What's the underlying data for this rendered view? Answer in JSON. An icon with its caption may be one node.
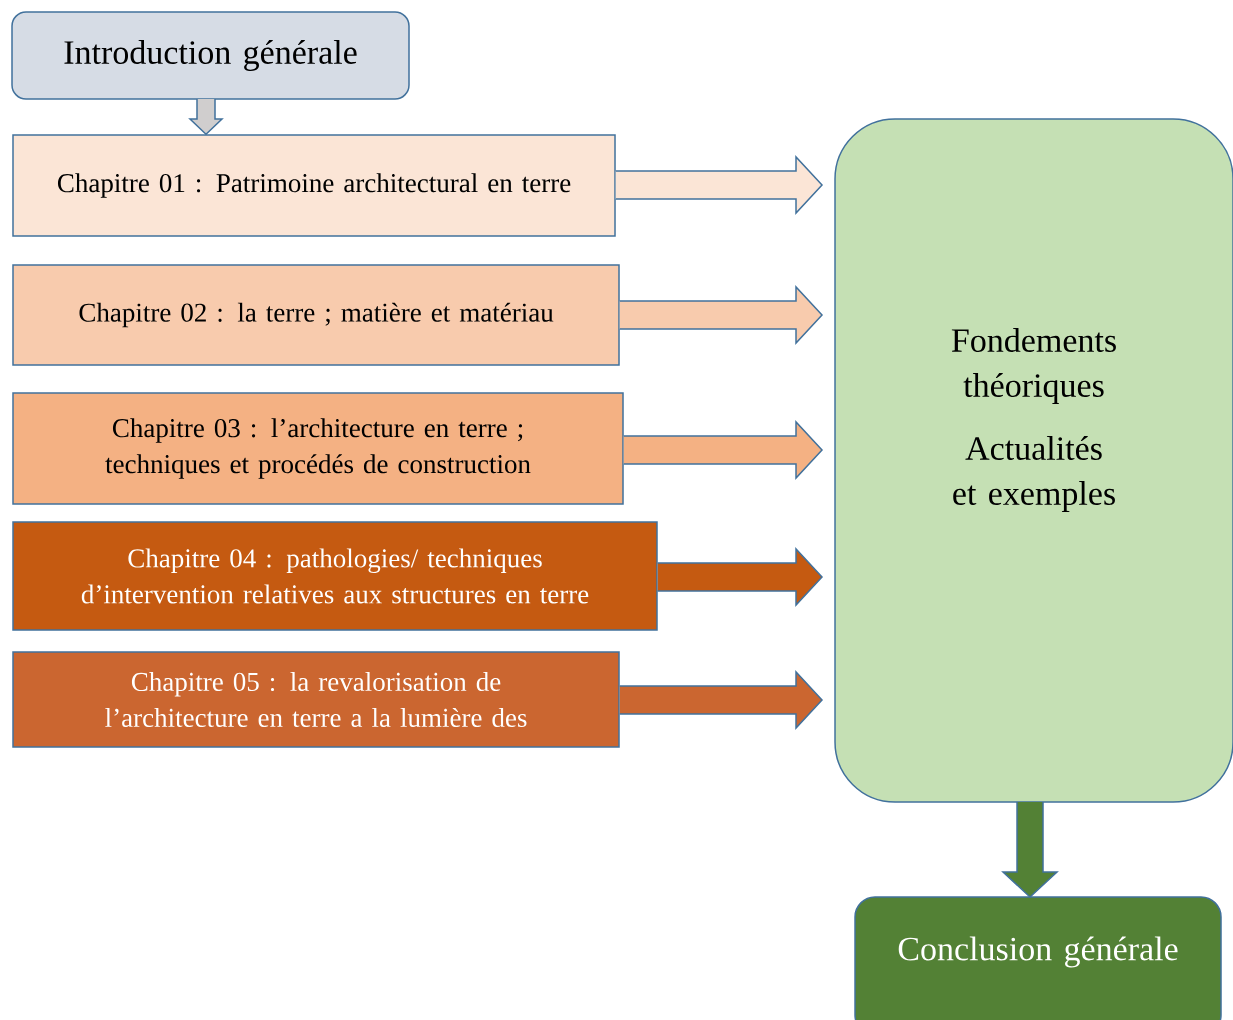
{
  "diagram": {
    "nodes": [
      {
        "text": [
          "Introduction générale"
        ]
      },
      {
        "text": [
          "Chapitre 01 : Patrimoine architectural en terre"
        ]
      },
      {
        "text": [
          "Chapitre 02 : la terre ; matière et matériau"
        ]
      },
      {
        "text": [
          "Chapitre 03 : l’architecture en terre ; techniques et procédés de construction"
        ]
      },
      {
        "text": [
          "Chapitre 04 : pathologies/ techniques d’intervention relatives aux structures en terre"
        ]
      },
      {
        "text": [
          "Chapitre 05 : la revalorisation de l’architecture en terre a la lumière des"
        ]
      },
      {
        "text": [
          "Fondements théoriques",
          "Actualités et exemples"
        ]
      },
      {
        "text": [
          "Conclusion générale"
        ]
      }
    ],
    "edges": [
      {
        "from": 0,
        "to": 1,
        "arrow": "to",
        "color": "#d0cece"
      },
      {
        "from": 1,
        "to": 6,
        "arrow": "to",
        "color": "#fbe5d6"
      },
      {
        "from": 2,
        "to": 6,
        "arrow": "to",
        "color": "#f8cbad"
      },
      {
        "from": 3,
        "to": 6,
        "arrow": "to",
        "color": "#f4b183"
      },
      {
        "from": 4,
        "to": 6,
        "arrow": "to",
        "color": "#c55a11"
      },
      {
        "from": 5,
        "to": 6,
        "arrow": "to",
        "color": "#cb6630"
      },
      {
        "from": 6,
        "to": 7,
        "arrow": "to",
        "color": "#538135"
      }
    ]
  }
}
